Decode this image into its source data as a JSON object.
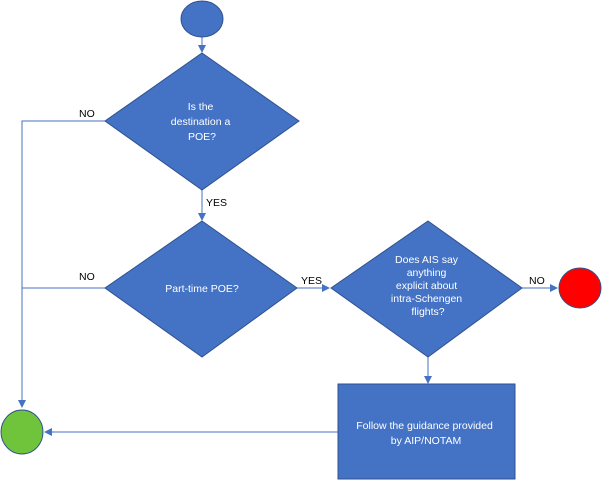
{
  "nodes": {
    "start": {
      "shape": "circle",
      "fill": "#4472C4"
    },
    "q_destination_poe": {
      "text": [
        "Is the",
        "destination a",
        "POE?"
      ],
      "fill": "#4472C4"
    },
    "q_part_time_poe": {
      "text": [
        "Part-time POE?"
      ],
      "fill": "#4472C4"
    },
    "q_ais_explicit": {
      "text": [
        "Does AIS say",
        "anything",
        "explicit about",
        "intra-Schengen",
        "flights?"
      ],
      "fill": "#4472C4"
    },
    "follow_guidance": {
      "text": [
        "Follow the guidance provided",
        "by AIP/NOTAM"
      ],
      "fill": "#4472C4"
    },
    "end_green": {
      "shape": "circle",
      "fill": "#70C43C"
    },
    "end_red": {
      "shape": "circle",
      "fill": "#FF0000"
    }
  },
  "edge_labels": {
    "q1_no": "NO",
    "q1_yes": "YES",
    "q2_no": "NO",
    "q2_yes": "YES",
    "q3_no": "NO"
  },
  "colors": {
    "connector": "#4472C4",
    "stroke": "#2F528F"
  }
}
